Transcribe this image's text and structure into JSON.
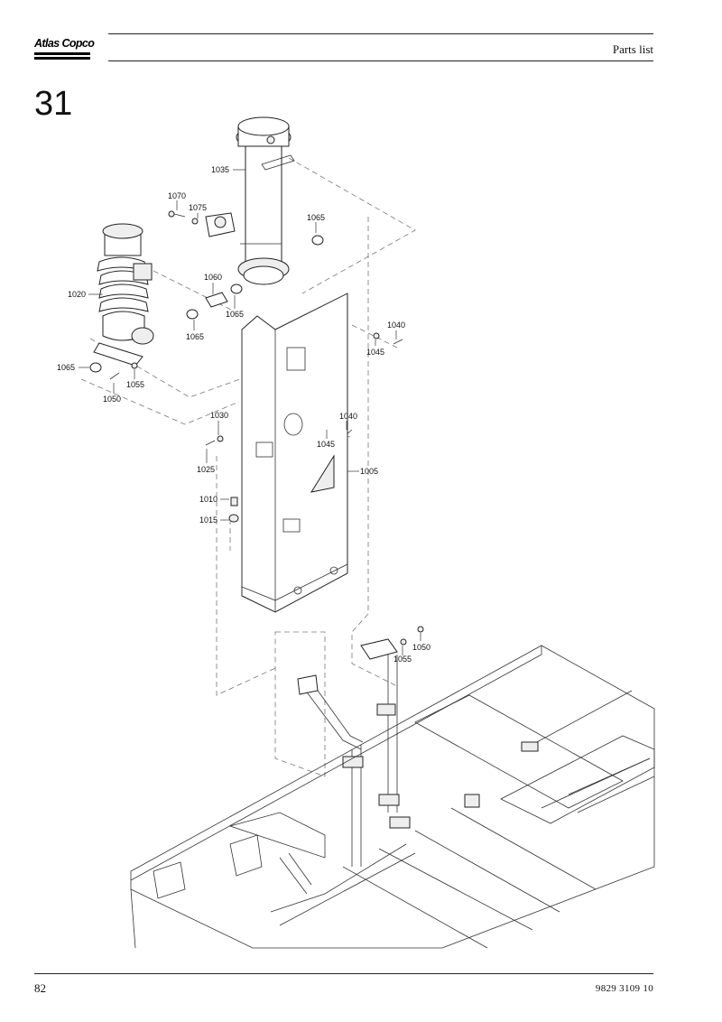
{
  "header": {
    "brand": "Atlas Copco",
    "title": "Parts list"
  },
  "section_number": "31",
  "callouts": {
    "c1035": "1035",
    "c1070": "1070",
    "c1075": "1075",
    "c1065a": "1065",
    "c1020": "1020",
    "c1060": "1060",
    "c1065b": "1065",
    "c1065c": "1065",
    "c1040a": "1040",
    "c1045a": "1045",
    "c1065d": "1065",
    "c1055a": "1055",
    "c1050a": "1050",
    "c1030": "1030",
    "c1040b": "1040",
    "c1045b": "1045",
    "c1025": "1025",
    "c1005": "1005",
    "c1010": "1010",
    "c1015": "1015",
    "c1050b": "1050",
    "c1055b": "1055"
  },
  "footer": {
    "page_number": "82",
    "document_number": "9829 3109 10"
  }
}
